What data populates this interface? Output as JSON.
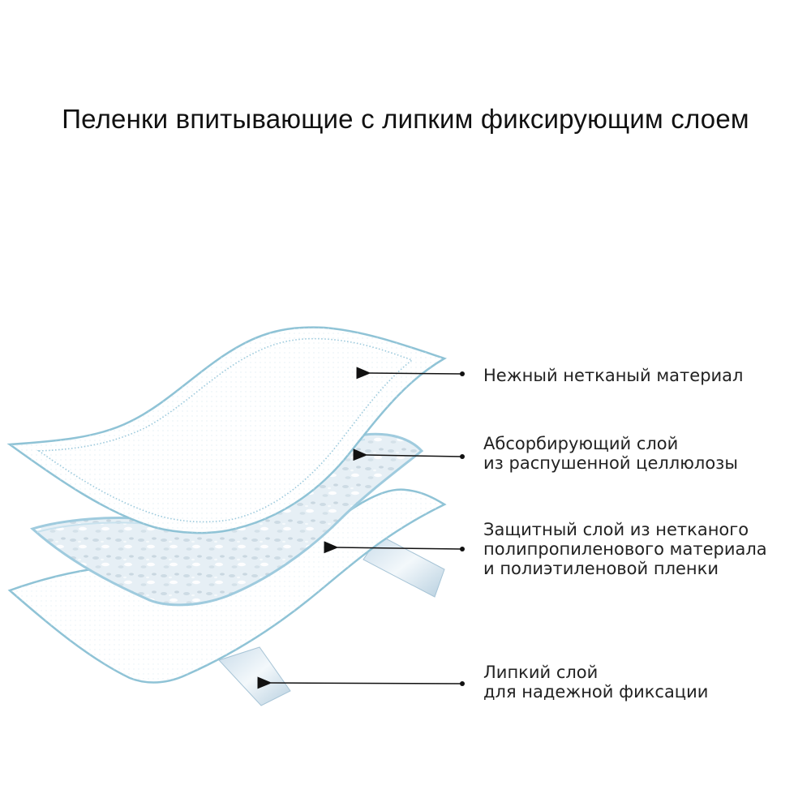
{
  "title": "Пеленки впитывающие с липким фиксирующим слоем",
  "layers": [
    {
      "key": "top",
      "lines": [
        "Нежный нетканый материал"
      ]
    },
    {
      "key": "absorbent",
      "lines": [
        "Абсорбирующий слой",
        "из распушенной целлюлозы"
      ]
    },
    {
      "key": "protective",
      "lines": [
        "Защитный слой из нетканого",
        "полипропиленового материала",
        "и полиэтиленовой пленки"
      ]
    },
    {
      "key": "adhesive",
      "lines": [
        "Липкий слой",
        "для надежной фиксации"
      ]
    }
  ],
  "colors": {
    "outline": "#8fc3d6",
    "outline_dark": "#6fb0c8",
    "sheet_fill": "#ffffff",
    "absorbent_fill": "#e3eef5",
    "absorbent_edge": "#b9d9e8",
    "tape_fill": "#dbe8f1",
    "arrow": "#111111",
    "text": "#222222"
  }
}
